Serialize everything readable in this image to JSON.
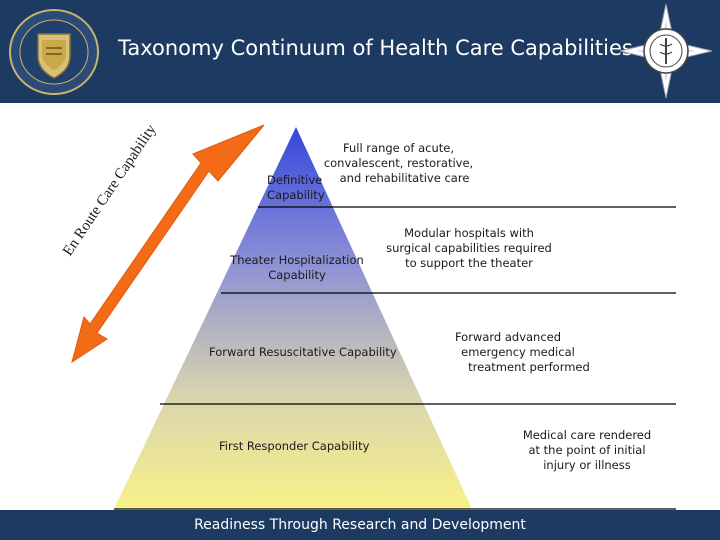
{
  "header": {
    "title": "Taxonomy Continuum of Health Care Capabilities"
  },
  "arrow": {
    "label": "En Route Care Capability",
    "color": "#f36b17"
  },
  "tiers": [
    {
      "name": "Definitive Capability",
      "description": "Full range of acute, convalescent, restorative, and rehabilitative care"
    },
    {
      "name": "Theater Hospitalization Capability",
      "description": "Modular hospitals with surgical capabilities required to support the theater"
    },
    {
      "name": "Forward Resuscitative Capability",
      "description": "Forward advanced emergency medical treatment performed"
    },
    {
      "name": "First Responder Capability",
      "description": "Medical care rendered at the point of initial injury or illness"
    }
  ],
  "labels": {
    "definitive_lines": [
      "Definitive",
      "Capability"
    ],
    "definitive_desc_lines": [
      "Full range of acute,",
      "convalescent, restorative,",
      "and rehabilitative care"
    ],
    "theater_lines": [
      "Theater Hospitalization",
      "Capability"
    ],
    "theater_desc_lines": [
      "Modular hospitals with",
      "surgical capabilities required",
      "to support the theater"
    ],
    "forward": "Forward Resuscitative Capability",
    "forward_desc_lines": [
      "Forward advanced",
      "emergency medical",
      "treatment performed"
    ],
    "first": "First Responder Capability",
    "first_desc_lines": [
      "Medical care rendered",
      "at the point of initial",
      "injury or illness"
    ]
  },
  "colors": {
    "header_bg": "#1c3a62",
    "pyramid_top": "#3d4fe0",
    "pyramid_bottom": "#f7f08a"
  },
  "footer": {
    "text": "Readiness Through Research and Development"
  }
}
